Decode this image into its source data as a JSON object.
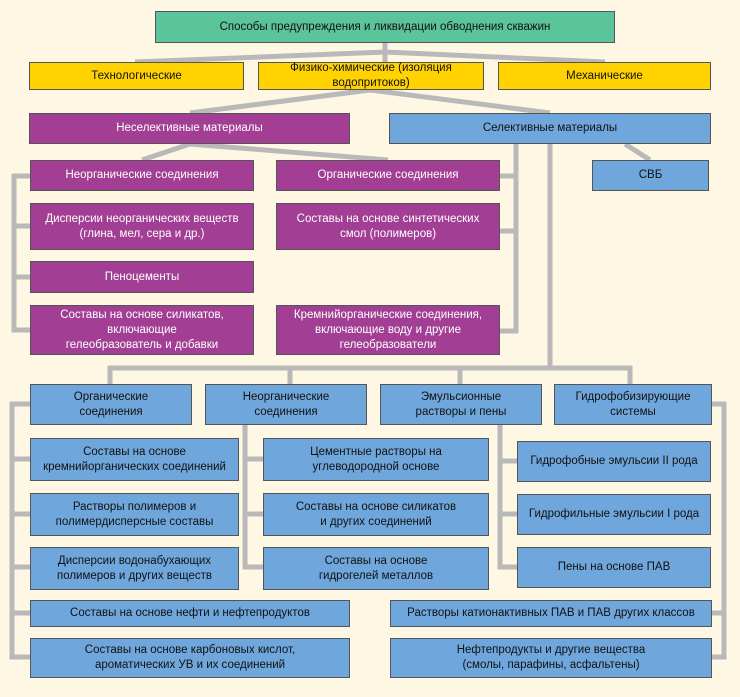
{
  "colors": {
    "background": "#fef7e4",
    "root": "#5cc49a",
    "category": "#ffd200",
    "nonselective": "#a23f94",
    "selective": "#6fa7dc",
    "connector": "#b9b9b9"
  },
  "root": "Способы предупреждения и ликвидации обводнения скважин",
  "level1": {
    "technological": "Технологические",
    "physchem": "Физико-химические (изоляция водопритоков)",
    "mechanical": "Механические"
  },
  "level2": {
    "nonselective": "Неселективные материалы",
    "selective": "Селективные материалы"
  },
  "nonselective": {
    "inorganic": "Неорганические соединения",
    "dispersions": "Дисперсии неорганических веществ\n(глина, мел, сера и др.)",
    "foamcement": "Пеноцементы",
    "silicates": "Составы на основе силикатов, включающие\nгелеобразователь и добавки",
    "organic": "Органические соединения",
    "synthetic": "Составы на основе синтетических\nсмол (полимеров)",
    "organosilicon": "Кремнийорганические соединения,\nвключающие воду и другие гелеобразователи"
  },
  "svb": "СВБ",
  "selective": {
    "organic": "Органические\nсоединения",
    "inorganic": "Неорганические\nсоединения",
    "emulsion": "Эмульсионные\nрастворы и пены",
    "hydrophob": "Гидрофобизирующие\nсистемы",
    "org_items": [
      "Составы на основе\nкремнийорганических соединений",
      "Растворы полимеров и\nполимердисперсные составы",
      "Дисперсии водонабухающих\nполимеров и других веществ"
    ],
    "inorg_items": [
      "Цементные растворы на\nуглеводородной основе",
      "Составы на основе силикатов\nи других соединений",
      "Составы на основе\nгидрогелей металлов"
    ],
    "hydro_items": [
      "Гидрофобные эмульсии II рода",
      "Гидрофильные эмульсии I рода",
      "Пены на основе ПАВ"
    ],
    "oil": "Составы на основе нефти и нефтепродуктов",
    "carboxylic": "Составы на основе карбоновых кислот,\nароматических УВ и их соединений",
    "cationic": "Растворы катионактивных ПАВ и ПАВ других классов",
    "petroleum": "Нефтепродукты и другие вещества\n(смолы, парафины, асфальтены)"
  }
}
